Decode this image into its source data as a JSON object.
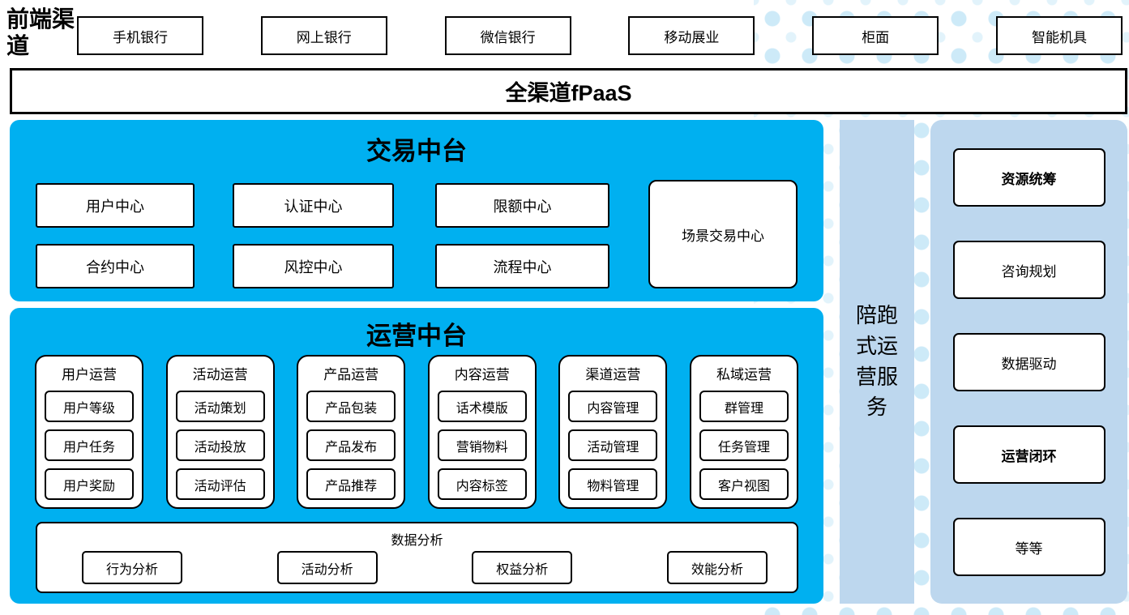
{
  "front_channels": {
    "label": "前端渠道",
    "items": [
      "手机银行",
      "网上银行",
      "微信银行",
      "移动展业",
      "柜面",
      "智能机具"
    ]
  },
  "fpaas_bar": {
    "label": "全渠道fPaaS"
  },
  "transaction_platform": {
    "title": "交易中台",
    "row1": [
      "用户中心",
      "认证中心",
      "限额中心"
    ],
    "row2": [
      "合约中心",
      "风控中心",
      "流程中心"
    ],
    "tall_box": "场景交易中心"
  },
  "operation_platform": {
    "title": "运营中台",
    "groups": [
      {
        "title": "用户运营",
        "items": [
          "用户等级",
          "用户任务",
          "用户奖励"
        ]
      },
      {
        "title": "活动运营",
        "items": [
          "活动策划",
          "活动投放",
          "活动评估"
        ]
      },
      {
        "title": "产品运营",
        "items": [
          "产品包装",
          "产品发布",
          "产品推荐"
        ]
      },
      {
        "title": "内容运营",
        "items": [
          "话术模版",
          "营销物料",
          "内容标签"
        ]
      },
      {
        "title": "渠道运营",
        "items": [
          "内容管理",
          "活动管理",
          "物料管理"
        ]
      },
      {
        "title": "私域运营",
        "items": [
          "群管理",
          "任务管理",
          "客户视图"
        ]
      }
    ],
    "data_analysis": {
      "title": "数据分析",
      "items": [
        "行为分析",
        "活动分析",
        "权益分析",
        "效能分析"
      ]
    }
  },
  "side_bar": {
    "label": "陪跑式运营服务"
  },
  "service_column": {
    "items": [
      {
        "label": "资源统筹"
      },
      {
        "label": "咨询规划"
      },
      {
        "label": "数据驱动"
      },
      {
        "label": "运营闭环"
      },
      {
        "label": "等等"
      }
    ]
  },
  "colors": {
    "accent_blue": "#00B0F0",
    "light_blue": "#BDD7EE",
    "dot_color": "#CDEAF8",
    "border": "#000000"
  }
}
